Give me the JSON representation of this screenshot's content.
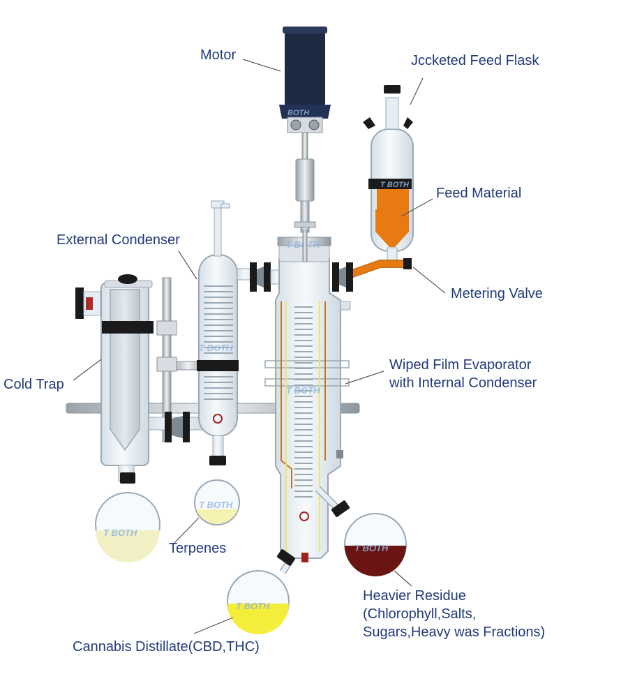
{
  "labels": {
    "motor": "Motor",
    "feed_flask": "Jccketed Feed Flask",
    "feed_material": "Feed Material",
    "external_condenser": "External Condenser",
    "metering_valve": "Metering Valve",
    "wiped_film_line1": "Wiped Film Evaporator",
    "wiped_film_line2": "with Internal Condenser",
    "cold_trap": "Cold Trap",
    "terpenes": "Terpenes",
    "heavier_residue_line1": "Heavier Residue",
    "heavier_residue_line2": "(Chlorophyll,Salts,",
    "heavier_residue_line3": "Sugars,Heavy was Fractions)",
    "distillate": "Cannabis Distillate(CBD,THC)"
  },
  "watermark": "BOTH",
  "colors": {
    "label_text": "#1f3a78",
    "leader_line": "#555555",
    "glass": "#e6eef4",
    "glass_outline": "#9aa8b4",
    "motor": "#1e2a44",
    "feed_material": "#e87a12",
    "distillate": "#f4ee3a",
    "terpenes": "#f6f2b0",
    "cold_trap_liquid": "#f2efc4",
    "heavy_residue": "#6b1414",
    "clamp": "#1a1a1a",
    "frame": "#b7bfc6",
    "heater_wire": "#c8741e"
  }
}
